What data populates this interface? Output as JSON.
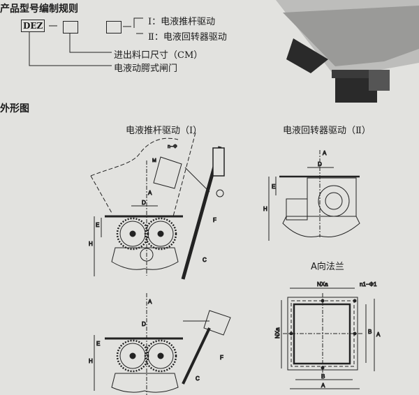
{
  "coding_rule": {
    "title": "产品型号编制规则",
    "prefix": "DEZ",
    "option_1": "Ⅰ：电液推杆驱动",
    "option_2": "Ⅱ：电液回转器驱动",
    "size_label": "进出料口尺寸（CM）",
    "product_label": "电液动腭式闸门"
  },
  "outline": {
    "title": "外形图",
    "drive_1_title": "电液推杆驱动（Ⅰ）",
    "drive_2_title": "电液回转器驱动（Ⅱ）",
    "flange_title": "A向法兰"
  },
  "dimension_labels": {
    "a": "A",
    "b": "B",
    "c": "C",
    "d": "D",
    "e": "E",
    "f": "F",
    "h": "H",
    "m": "M",
    "nxa": "NXa",
    "n1_phi1": "n1−Φ1",
    "n_phi": "n−Φ"
  },
  "colors": {
    "paper": "#e2e2df",
    "ink": "#222222",
    "dark_photo": "#2a2a2a"
  }
}
